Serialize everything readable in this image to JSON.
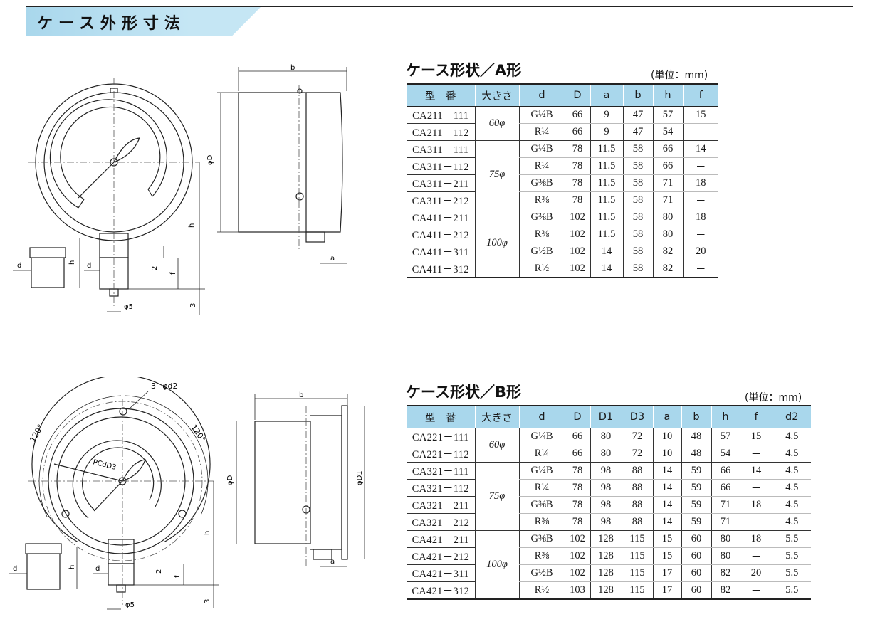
{
  "page": {
    "section_title": "ケース外形寸法",
    "accent_color": "#a9d7ec"
  },
  "table_a": {
    "title": "ケース形状／A形",
    "unit": "(単位：mm)",
    "headers": [
      "型　番",
      "大きさ",
      "d",
      "D",
      "a",
      "b",
      "h",
      "f"
    ],
    "rows": [
      {
        "model": "CA211－111",
        "size": "60φ",
        "d": "G¼B",
        "D": "66",
        "a": "9",
        "b": "47",
        "h": "57",
        "f": "15"
      },
      {
        "model": "CA211－112",
        "size": "",
        "d": "R¼",
        "D": "66",
        "a": "9",
        "b": "47",
        "h": "54",
        "f": "－"
      },
      {
        "model": "CA311－111",
        "size": "75φ",
        "d": "G¼B",
        "D": "78",
        "a": "11.5",
        "b": "58",
        "h": "66",
        "f": "14"
      },
      {
        "model": "CA311－112",
        "size": "",
        "d": "R¼",
        "D": "78",
        "a": "11.5",
        "b": "58",
        "h": "66",
        "f": "－"
      },
      {
        "model": "CA311－211",
        "size": "",
        "d": "G⅜B",
        "D": "78",
        "a": "11.5",
        "b": "58",
        "h": "71",
        "f": "18"
      },
      {
        "model": "CA311－212",
        "size": "",
        "d": "R⅜",
        "D": "78",
        "a": "11.5",
        "b": "58",
        "h": "71",
        "f": "－"
      },
      {
        "model": "CA411－211",
        "size": "100φ",
        "d": "G⅜B",
        "D": "102",
        "a": "11.5",
        "b": "58",
        "h": "80",
        "f": "18"
      },
      {
        "model": "CA411－212",
        "size": "",
        "d": "R⅜",
        "D": "102",
        "a": "11.5",
        "b": "58",
        "h": "80",
        "f": "－"
      },
      {
        "model": "CA411－311",
        "size": "",
        "d": "G½B",
        "D": "102",
        "a": "14",
        "b": "58",
        "h": "82",
        "f": "20"
      },
      {
        "model": "CA411－312",
        "size": "",
        "d": "R½",
        "D": "102",
        "a": "14",
        "b": "58",
        "h": "82",
        "f": "－"
      }
    ]
  },
  "table_b": {
    "title": "ケース形状／B形",
    "unit": "(単位：mm)",
    "headers": [
      "型　番",
      "大きさ",
      "d",
      "D",
      "D1",
      "D3",
      "a",
      "b",
      "h",
      "f",
      "d2"
    ],
    "rows": [
      {
        "model": "CA221－111",
        "size": "60φ",
        "d": "G¼B",
        "D": "66",
        "D1": "80",
        "D3": "72",
        "a": "10",
        "b": "48",
        "h": "57",
        "f": "15",
        "d2": "4.5"
      },
      {
        "model": "CA221－112",
        "size": "",
        "d": "R¼",
        "D": "66",
        "D1": "80",
        "D3": "72",
        "a": "10",
        "b": "48",
        "h": "54",
        "f": "－",
        "d2": "4.5"
      },
      {
        "model": "CA321－111",
        "size": "75φ",
        "d": "G¼B",
        "D": "78",
        "D1": "98",
        "D3": "88",
        "a": "14",
        "b": "59",
        "h": "66",
        "f": "14",
        "d2": "4.5"
      },
      {
        "model": "CA321－112",
        "size": "",
        "d": "R¼",
        "D": "78",
        "D1": "98",
        "D3": "88",
        "a": "14",
        "b": "59",
        "h": "66",
        "f": "－",
        "d2": "4.5"
      },
      {
        "model": "CA321－211",
        "size": "",
        "d": "G⅜B",
        "D": "78",
        "D1": "98",
        "D3": "88",
        "a": "14",
        "b": "59",
        "h": "71",
        "f": "18",
        "d2": "4.5"
      },
      {
        "model": "CA321－212",
        "size": "",
        "d": "R⅜",
        "D": "78",
        "D1": "98",
        "D3": "88",
        "a": "14",
        "b": "59",
        "h": "71",
        "f": "－",
        "d2": "4.5"
      },
      {
        "model": "CA421－211",
        "size": "100φ",
        "d": "G⅜B",
        "D": "102",
        "D1": "128",
        "D3": "115",
        "a": "15",
        "b": "60",
        "h": "80",
        "f": "18",
        "d2": "5.5"
      },
      {
        "model": "CA421－212",
        "size": "",
        "d": "R⅜",
        "D": "102",
        "D1": "128",
        "D3": "115",
        "a": "15",
        "b": "60",
        "h": "80",
        "f": "－",
        "d2": "5.5"
      },
      {
        "model": "CA421－311",
        "size": "",
        "d": "G½B",
        "D": "102",
        "D1": "128",
        "D3": "115",
        "a": "17",
        "b": "60",
        "h": "82",
        "f": "20",
        "d2": "5.5"
      },
      {
        "model": "CA421－312",
        "size": "",
        "d": "R½",
        "D": "103",
        "D1": "128",
        "D3": "115",
        "a": "17",
        "b": "60",
        "h": "82",
        "f": "－",
        "d2": "5.5"
      }
    ]
  },
  "drawing_a": {
    "label_b": "b",
    "label_D": "φD",
    "label_h": "h",
    "label_d": "d",
    "label_d_small": "d",
    "label_h_small": "h",
    "label_2": "2",
    "label_f": "f",
    "label_3": "3",
    "label_5": "φ5",
    "label_a": "a"
  },
  "drawing_b": {
    "label_holes": "3−φd2",
    "label_120_left": "120°",
    "label_120_right": "120°",
    "label_pcd": "PCdD3",
    "label_b": "b",
    "label_D": "φD",
    "label_D1": "φD1",
    "label_h": "h",
    "label_d": "d",
    "label_d_small": "d",
    "label_h_small": "h",
    "label_2": "2",
    "label_f": "f",
    "label_3": "3",
    "label_5": "φ5",
    "label_a": "a"
  }
}
